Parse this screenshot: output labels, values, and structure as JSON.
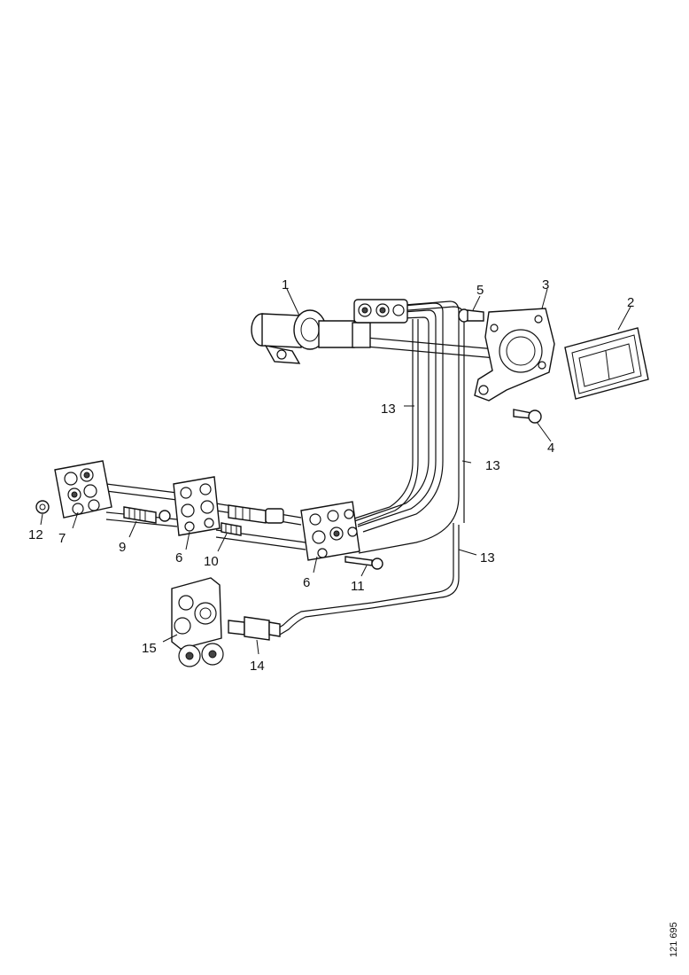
{
  "callouts": {
    "c1": "1",
    "c2": "2",
    "c3": "3",
    "c4": "4",
    "c5": "5",
    "c6a": "6",
    "c6b": "6",
    "c7": "7",
    "c9": "9",
    "c10": "10",
    "c11": "11",
    "c12": "12",
    "c13a": "13",
    "c13b": "13",
    "c13c": "13",
    "c14": "14",
    "c15": "15"
  },
  "figure_code": "121 695"
}
